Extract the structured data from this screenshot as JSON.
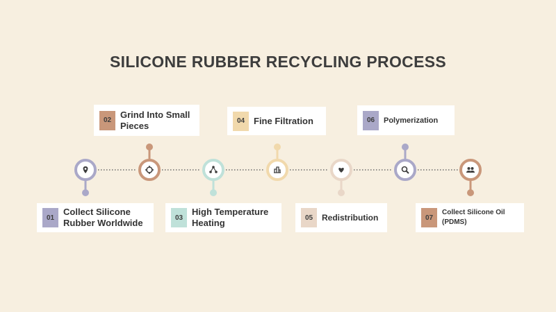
{
  "title": "SILICONE RUBBER RECYCLING PROCESS",
  "colors": {
    "background": "#f7efe0",
    "connector": "#6b6b6b"
  },
  "steps": [
    {
      "num": "01",
      "label": "Collect Silicone Rubber Worldwide",
      "color": "#aaa8c8",
      "icon": "map-pin-icon",
      "stem": "down"
    },
    {
      "num": "02",
      "label": "Grind Into Small Pieces",
      "color": "#c9977a",
      "icon": "crosshair-icon",
      "stem": "up"
    },
    {
      "num": "03",
      "label": "High Temperature Heating",
      "color": "#bfe1d9",
      "icon": "network-icon",
      "stem": "down"
    },
    {
      "num": "04",
      "label": "Fine Filtration",
      "color": "#f1d9ac",
      "icon": "building-icon",
      "stem": "up"
    },
    {
      "num": "05",
      "label": "Redistribution",
      "color": "#e9d7c8",
      "icon": "heart-icon",
      "stem": "down"
    },
    {
      "num": "06",
      "label": "Polymerization",
      "color": "#aaa8c8",
      "icon": "search-icon",
      "stem": "up"
    },
    {
      "num": "07",
      "label": "Collect Silicone Oil (PDMS)",
      "color": "#c9977a",
      "icon": "users-icon",
      "stem": "down"
    }
  ]
}
